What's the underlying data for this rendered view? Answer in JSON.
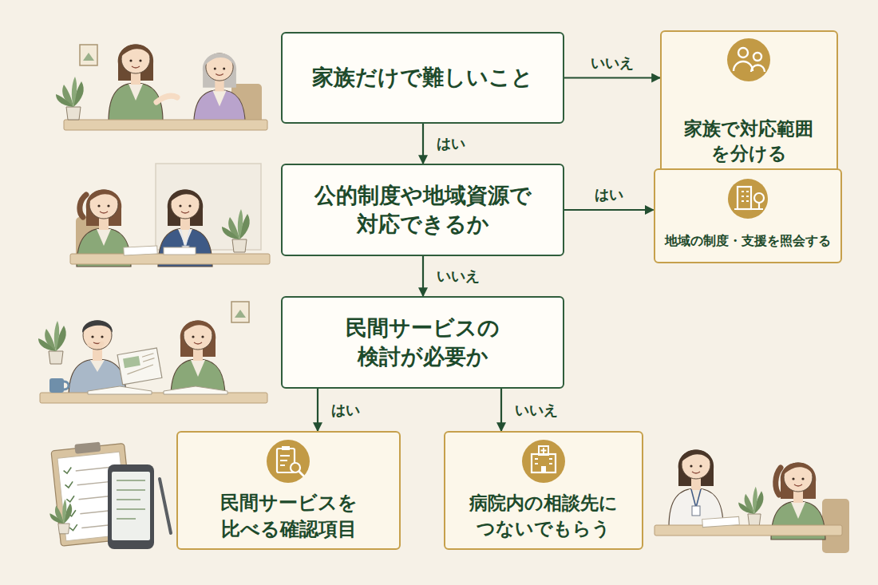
{
  "diagram": {
    "nodes": [
      {
        "text": [
          "家族だけで難しいこと"
        ]
      },
      {
        "text": [
          "家族で対応範囲 を分ける"
        ]
      },
      {
        "text": [
          "公的制度や地域資源で 対応できるか"
        ]
      },
      {
        "text": [
          "地域の制度・支援を照会する"
        ]
      },
      {
        "text": [
          "民間サービスの 検討が必要か"
        ]
      },
      {
        "text": [
          "民間サービスを 比べる確認項目"
        ]
      },
      {
        "text": [
          "病院内の相談先に つないでもらう"
        ]
      }
    ],
    "edges": [
      {
        "from": 0,
        "to": 1,
        "arrow": "to",
        "label": "いいえ"
      },
      {
        "from": 0,
        "to": 2,
        "arrow": "to",
        "label": "はい"
      },
      {
        "from": 2,
        "to": 3,
        "arrow": "to",
        "label": "はい"
      },
      {
        "from": 2,
        "to": 4,
        "arrow": "to",
        "label": "いいえ"
      },
      {
        "from": 4,
        "to": 5,
        "arrow": "to",
        "label": "はい"
      },
      {
        "from": 4,
        "to": 6,
        "arrow": "to",
        "label": "いいえ"
      }
    ]
  }
}
